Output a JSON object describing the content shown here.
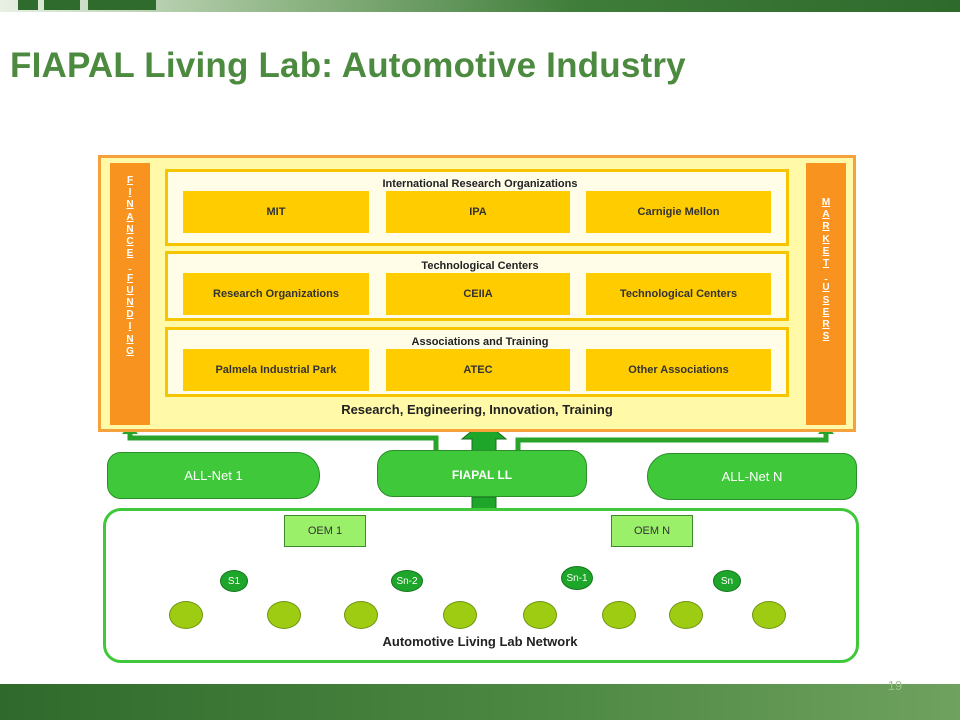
{
  "slide": {
    "title": "FIAPAL Living Lab: Automotive Industry",
    "page_number": "19"
  },
  "finance_bar": {
    "letters": [
      "F",
      "I",
      "N",
      "A",
      "N",
      "C",
      "E",
      "",
      "F",
      "U",
      "N",
      "D",
      "I",
      "N",
      "G"
    ]
  },
  "market_bar": {
    "letters": [
      "M",
      "A",
      "R",
      "K",
      "E",
      "T",
      "",
      "U",
      "S",
      "E",
      "R",
      "S"
    ]
  },
  "groups": [
    {
      "title": "International Research Organizations",
      "items": [
        "MIT",
        "IPA",
        "Carnigie Mellon"
      ]
    },
    {
      "title": "Technological  Centers",
      "items": [
        "Research Organizations",
        "CEIIA",
        "Technological  Centers"
      ]
    },
    {
      "title": "Associations  and Training",
      "items": [
        "Palmela Industrial Park",
        "ATEC",
        "Other Associations"
      ]
    }
  ],
  "research_label": "Research, Engineering, Innovation, Training",
  "nets": {
    "left": "ALL-Net 1",
    "center": "FIAPAL LL",
    "right": "ALL-Net  N"
  },
  "network": {
    "title": "Automotive Living Lab Network",
    "oems": [
      "OEM 1",
      "OEM N"
    ],
    "suppliers": [
      "S1",
      "Sn-2",
      "Sn-1",
      "Sn"
    ]
  },
  "colors": {
    "title_green": "#4c8a40",
    "orange": "#f7931e",
    "yellow_cell": "#ffcc00",
    "net_green": "#3fc83a",
    "supplier_green": "#1ea62a",
    "leaf_green": "#9dcc12"
  }
}
